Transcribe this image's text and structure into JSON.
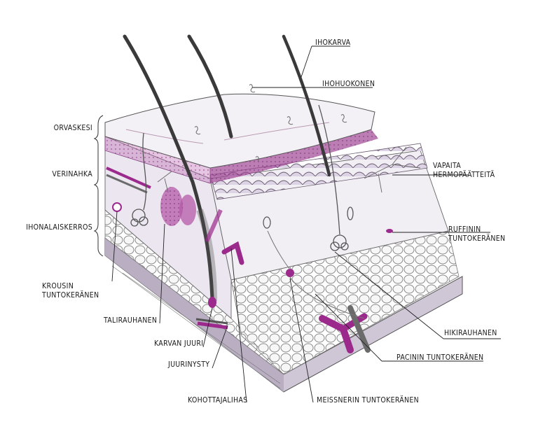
{
  "labels": {
    "ihokarva": "IHOKARVA",
    "ihohuokonen": "IHOHUOKONEN",
    "orvaskesi": "ORVASKESI",
    "verinahka": "VERINAHKA",
    "ihonalaiskerros": "IHONALAISKERROS",
    "vapaita_1": "VAPAITA",
    "vapaita_2": "HERMOPÄÄTTEITÄ",
    "ruffinin_1": "RUFFININ",
    "ruffinin_2": "TUNTOKERÄNEN",
    "krousin_1": "KROUSIN",
    "krousin_2": "TUNTOKERÄNEN",
    "talirauhanen": "TALIRAUHANEN",
    "karvan_juuri": "KARVAN JUURI",
    "juurinysty": "JUURINYSTY",
    "kohottajalihas": "KOHOTTAJALIHAS",
    "meissnerin": "MEISSNERIN TUNTOKERÄNEN",
    "pacinin": "PACININ TUNTOKERÄNEN",
    "hikirauhanen": "HIKIRAUHANEN"
  },
  "colors": {
    "accent": "#9c2a8c",
    "tissue": "#e9e4ee",
    "line": "#222222"
  }
}
